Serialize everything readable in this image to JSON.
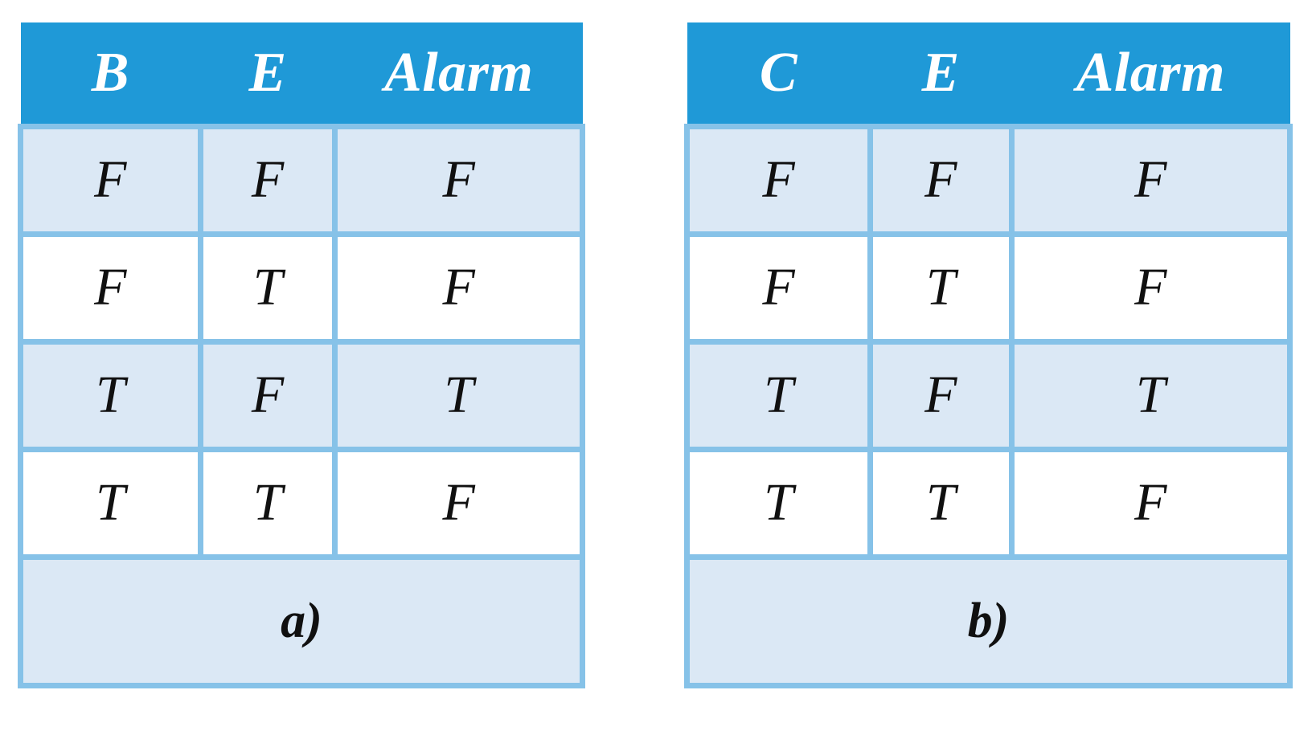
{
  "figure": {
    "type": "truth-table-pair",
    "colors": {
      "header_blue": "#1F99D7",
      "row_shaded": "#DBE8F5",
      "row_plain": "#FFFFFF",
      "border_blue": "#86C2E8",
      "header_text": "#FFFFFF",
      "cell_text": "#101010"
    }
  },
  "tables": [
    {
      "id": "a",
      "caption": "a)",
      "headers": [
        "B",
        "E",
        "Alarm"
      ],
      "rows": [
        [
          "F",
          "F",
          "F"
        ],
        [
          "F",
          "T",
          "F"
        ],
        [
          "T",
          "F",
          "T"
        ],
        [
          "T",
          "T",
          "F"
        ]
      ]
    },
    {
      "id": "b",
      "caption": "b)",
      "headers": [
        "C",
        "E",
        "Alarm"
      ],
      "rows": [
        [
          "F",
          "F",
          "F"
        ],
        [
          "F",
          "T",
          "F"
        ],
        [
          "T",
          "F",
          "T"
        ],
        [
          "T",
          "T",
          "F"
        ]
      ]
    }
  ]
}
